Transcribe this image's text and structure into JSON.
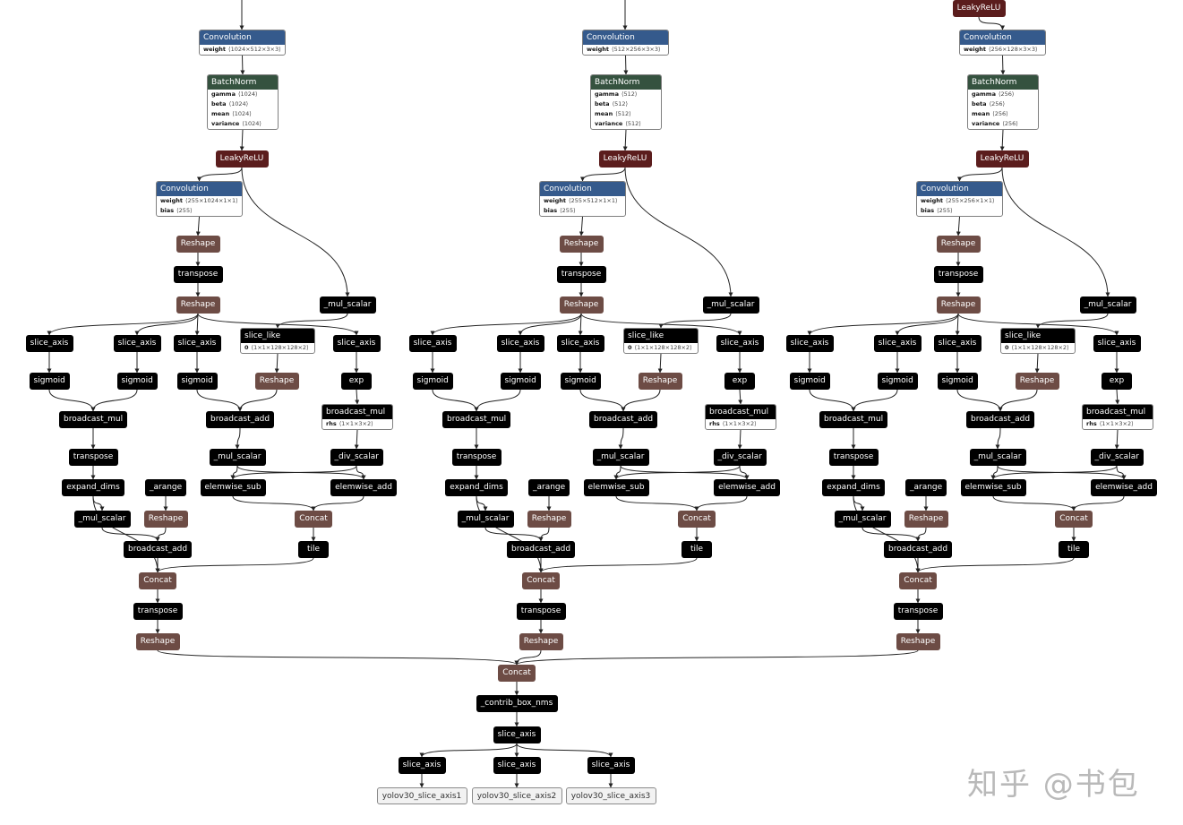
{
  "watermark": "知乎 @书包",
  "branches": [
    {
      "top_relu": "",
      "conv1": {
        "title": "Convolution",
        "attrs": [
          {
            "k": "weight",
            "v": "⟨1024×512×3×3⟩"
          }
        ]
      },
      "bn": {
        "title": "BatchNorm",
        "attrs": [
          {
            "k": "gamma",
            "v": "⟨1024⟩"
          },
          {
            "k": "beta",
            "v": "⟨1024⟩"
          },
          {
            "k": "mean",
            "v": "⟨1024⟩"
          },
          {
            "k": "variance",
            "v": "⟨1024⟩"
          }
        ]
      },
      "relu": "LeakyReLU",
      "conv2": {
        "title": "Convolution",
        "attrs": [
          {
            "k": "weight",
            "v": "⟨255×1024×1×1⟩"
          },
          {
            "k": "bias",
            "v": "⟨255⟩"
          }
        ]
      },
      "slice_like": {
        "title": "slice_like",
        "attrs": [
          {
            "k": "0",
            "v": "⟨1×1×128×128×2⟩"
          }
        ]
      },
      "bmul": {
        "title": "broadcast_mul",
        "attrs": [
          {
            "k": "rhs",
            "v": "⟨1×1×3×2⟩"
          }
        ]
      }
    },
    {
      "top_relu": "",
      "conv1": {
        "title": "Convolution",
        "attrs": [
          {
            "k": "weight",
            "v": "⟨512×256×3×3⟩"
          }
        ]
      },
      "bn": {
        "title": "BatchNorm",
        "attrs": [
          {
            "k": "gamma",
            "v": "⟨512⟩"
          },
          {
            "k": "beta",
            "v": "⟨512⟩"
          },
          {
            "k": "mean",
            "v": "⟨512⟩"
          },
          {
            "k": "variance",
            "v": "⟨512⟩"
          }
        ]
      },
      "relu": "LeakyReLU",
      "conv2": {
        "title": "Convolution",
        "attrs": [
          {
            "k": "weight",
            "v": "⟨255×512×1×1⟩"
          },
          {
            "k": "bias",
            "v": "⟨255⟩"
          }
        ]
      },
      "slice_like": {
        "title": "slice_like",
        "attrs": [
          {
            "k": "0",
            "v": "⟨1×1×128×128×2⟩"
          }
        ]
      },
      "bmul": {
        "title": "broadcast_mul",
        "attrs": [
          {
            "k": "rhs",
            "v": "⟨1×1×3×2⟩"
          }
        ]
      }
    },
    {
      "top_relu": "LeakyReLU",
      "conv1": {
        "title": "Convolution",
        "attrs": [
          {
            "k": "weight",
            "v": "⟨256×128×3×3⟩"
          }
        ]
      },
      "bn": {
        "title": "BatchNorm",
        "attrs": [
          {
            "k": "gamma",
            "v": "⟨256⟩"
          },
          {
            "k": "beta",
            "v": "⟨256⟩"
          },
          {
            "k": "mean",
            "v": "⟨256⟩"
          },
          {
            "k": "variance",
            "v": "⟨256⟩"
          }
        ]
      },
      "relu": "LeakyReLU",
      "conv2": {
        "title": "Convolution",
        "attrs": [
          {
            "k": "weight",
            "v": "⟨255×256×1×1⟩"
          },
          {
            "k": "bias",
            "v": "⟨255⟩"
          }
        ]
      },
      "slice_like": {
        "title": "slice_like",
        "attrs": [
          {
            "k": "0",
            "v": "⟨1×1×128×128×2⟩"
          }
        ]
      },
      "bmul": {
        "title": "broadcast_mul",
        "attrs": [
          {
            "k": "rhs",
            "v": "⟨1×1×3×2⟩"
          }
        ]
      }
    }
  ],
  "ops": {
    "reshape": "Reshape",
    "transpose": "transpose",
    "mul_scalar": "_mul_scalar",
    "slice_axis": "slice_axis",
    "sigmoid": "sigmoid",
    "exp": "exp",
    "broadcast_mul": "broadcast_mul",
    "broadcast_add": "broadcast_add",
    "div_scalar": "_div_scalar",
    "expand_dims": "expand_dims",
    "arange": "_arange",
    "elemwise_sub": "elemwise_sub",
    "elemwise_add": "elemwise_add",
    "concat": "Concat",
    "tile": "tile"
  },
  "bottom": {
    "concat": "Concat",
    "nms": "_contrib_box_nms",
    "slice_axis": "slice_axis",
    "outputs": [
      "yolov30_slice_axis1",
      "yolov30_slice_axis2",
      "yolov30_slice_axis3"
    ]
  }
}
